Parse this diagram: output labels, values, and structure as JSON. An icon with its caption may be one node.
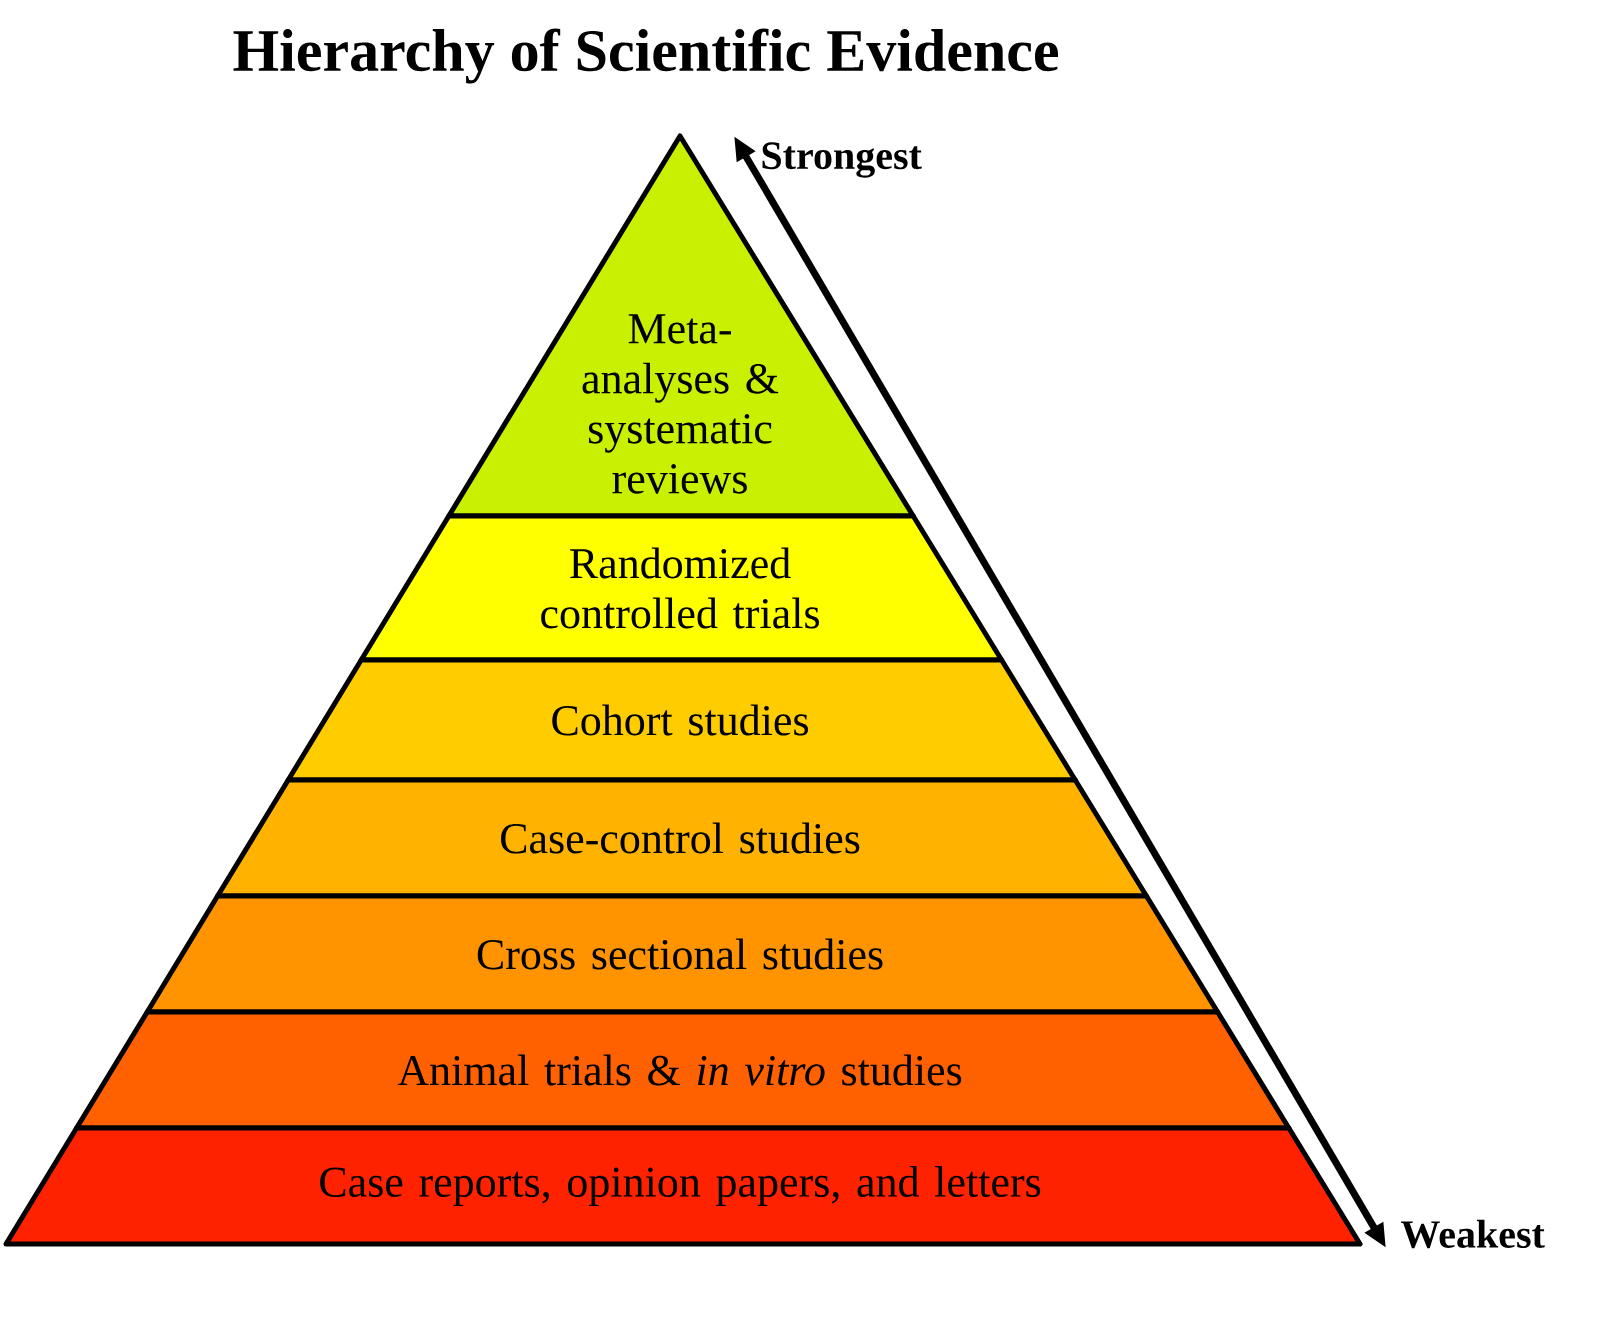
{
  "diagram": {
    "title": "Hierarchy of Scientific Evidence",
    "nodes": [
      {
        "text": [
          "Meta-analyses & systematic reviews"
        ]
      },
      {
        "text": [
          "Randomized controlled trials"
        ]
      },
      {
        "text": [
          "Cohort studies"
        ]
      },
      {
        "text": [
          "Case-control studies"
        ]
      },
      {
        "text": [
          "Cross sectional studies"
        ]
      },
      {
        "text": [
          "Animal trials & *in vitro* studies"
        ]
      },
      {
        "text": [
          "Case reports, opinion papers, and letters"
        ]
      }
    ],
    "labels": [
      "Strongest",
      "Weakest"
    ]
  }
}
